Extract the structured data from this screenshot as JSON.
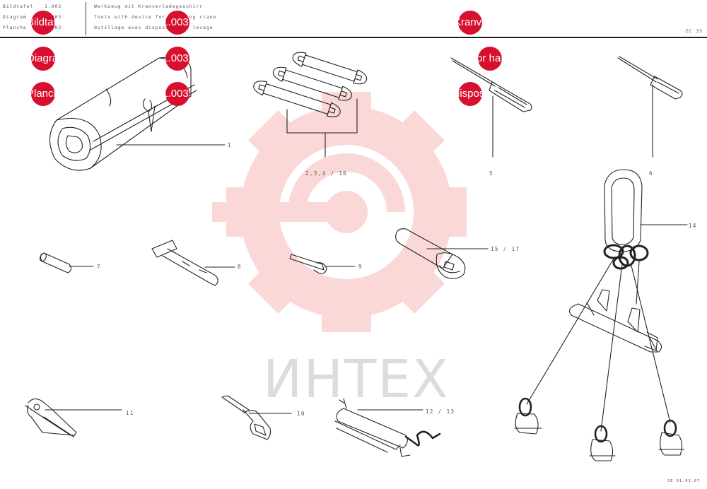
{
  "header": {
    "labels": [
      "Bildtafel",
      "Diagram",
      "Planche"
    ],
    "codes": [
      "1.003",
      "1.003",
      "1.003"
    ],
    "titles": [
      "Werkzeug mit Kranverladegeschirr",
      "Tools with device for handling crane",
      "Outillage avec dispositif de levage"
    ],
    "page_code": "EC 35"
  },
  "hotspots": [
    {
      "text": "Bildtafel"
    },
    {
      "text": "1.003"
    },
    {
      "text": "Kranverladegeschirr"
    },
    {
      "text": "Diagram"
    },
    {
      "text": "1.003"
    },
    {
      "text": "for handling crane"
    },
    {
      "text": "Planche"
    },
    {
      "text": "1.003"
    },
    {
      "text": "dispositif de levage"
    }
  ],
  "callouts": {
    "c1": "1",
    "c2": "2,3,4 / 16",
    "c5": "5",
    "c6": "6",
    "c14": "14",
    "c15": "15 / 17",
    "c7": "7",
    "c8": "8",
    "c9": "9",
    "c11": "11",
    "c10": "10",
    "c12": "12 / 13"
  },
  "watermark": {
    "text": "ИНТЕХ",
    "color": "#f05050"
  },
  "footer_code": "SE 01.03.07",
  "colors": {
    "hotspot": "#d7102f",
    "line": "#222222"
  }
}
